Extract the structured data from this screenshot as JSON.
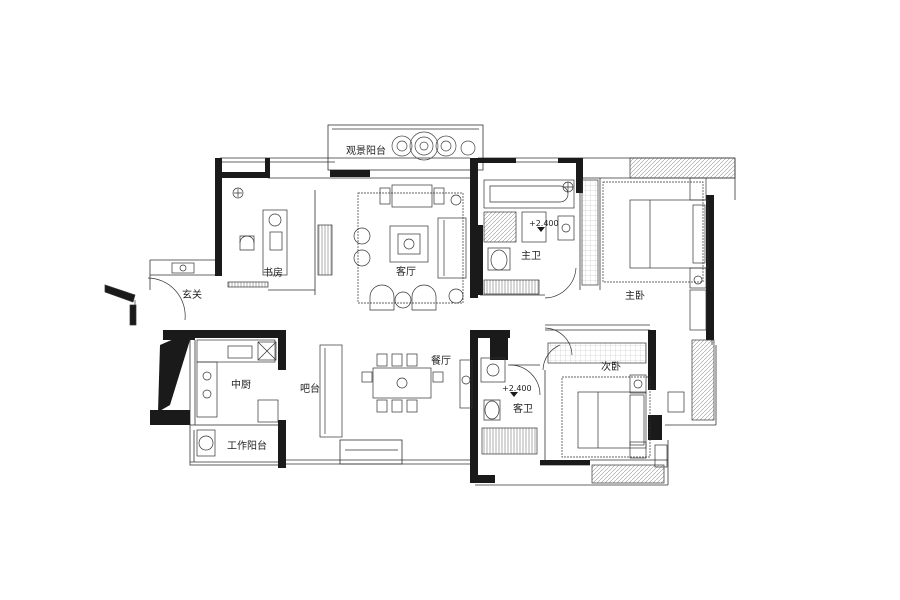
{
  "plan": {
    "rooms": {
      "view_balcony": "观景阳台",
      "study": "书房",
      "living": "客厅",
      "entrance": "玄关",
      "master_bath": "主卫",
      "master_bed": "主卧",
      "dining": "餐厅",
      "kitchen": "中厨",
      "bar": "吧台",
      "guest_bath": "客卫",
      "second_bed": "次卧",
      "work_balcony": "工作阳台"
    },
    "levels": {
      "master_bath": "+2.400",
      "guest_bath": "+2.400"
    },
    "colors": {
      "wall": "#1a1a1a",
      "line": "#333333",
      "hatch": "#888888",
      "background": "#ffffff"
    }
  }
}
